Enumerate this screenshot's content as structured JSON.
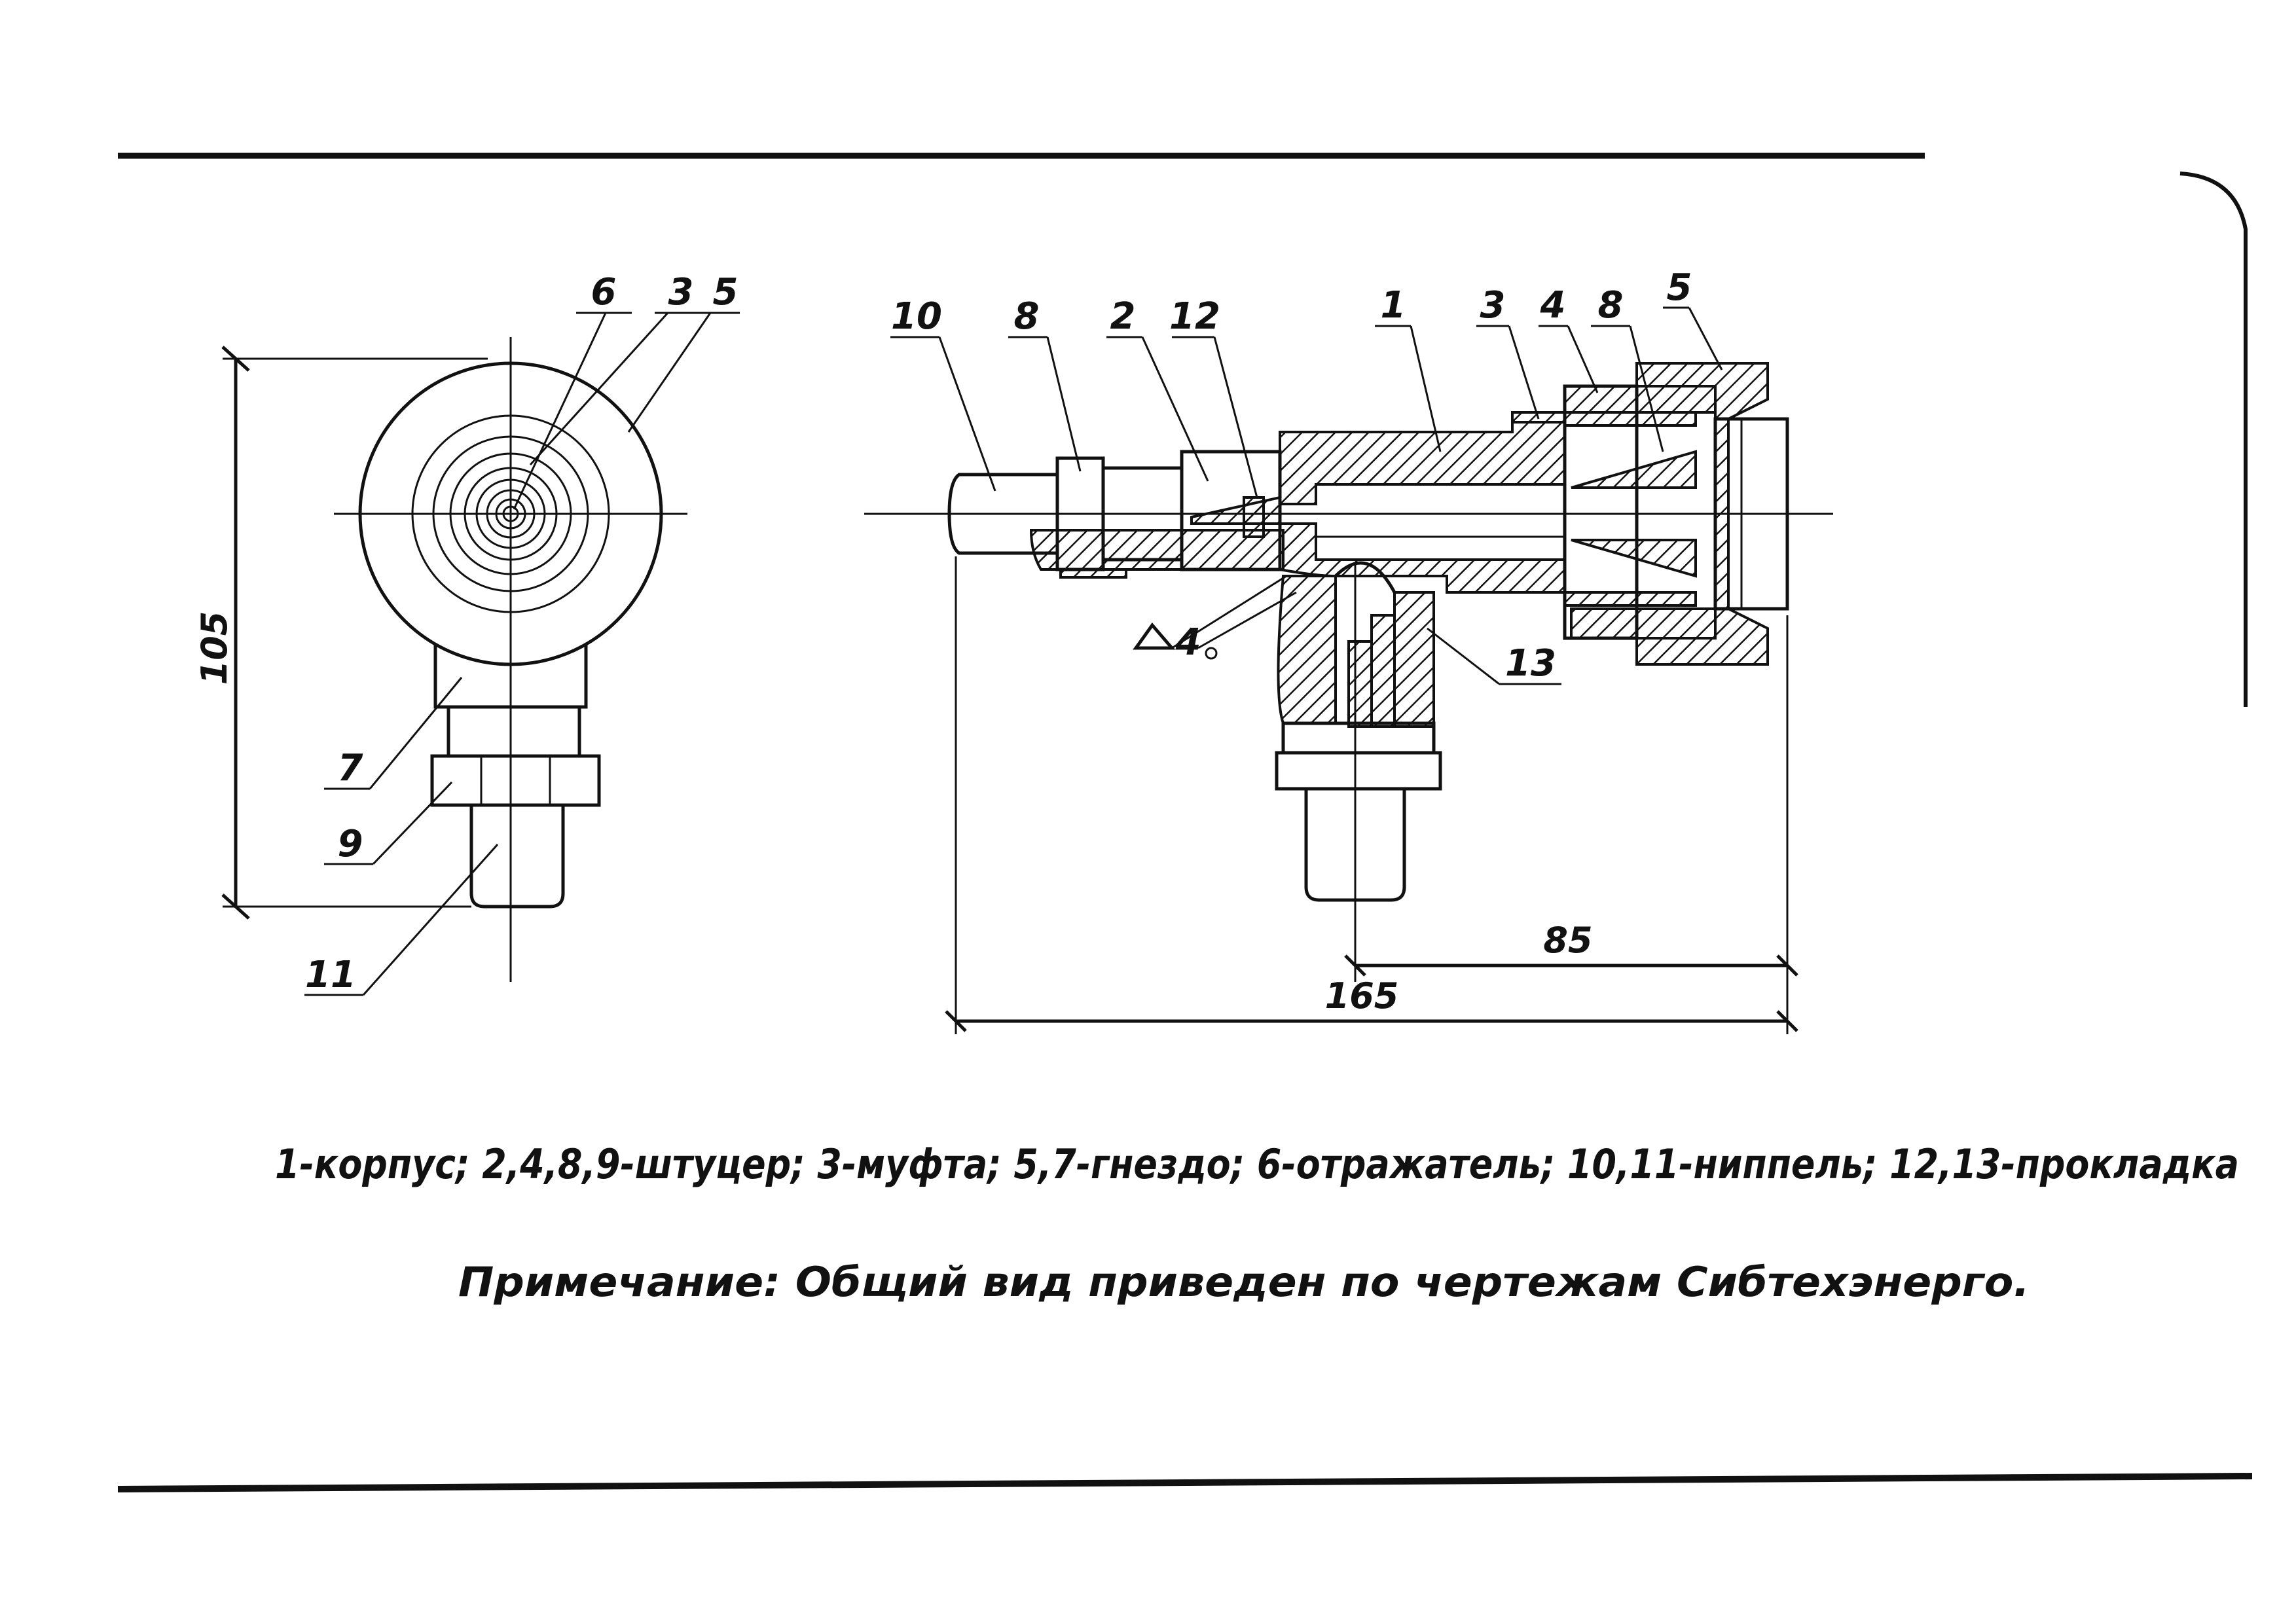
{
  "side_view": {
    "callouts": [
      "6",
      "3",
      "5",
      "7",
      "9",
      "11"
    ],
    "dimension_height": "105"
  },
  "section_view": {
    "callouts": [
      "10",
      "8",
      "2",
      "12",
      "1",
      "3",
      "4",
      "8",
      "5",
      "13"
    ],
    "weld_symbol": "4",
    "dimension_85": "85",
    "dimension_165": "165"
  },
  "legend_text": "1-корпус; 2,4,8,9-штуцер; 3-муфта; 5,7-гнездо; 6-отражатель; 10,11-ниппель; 12,13-прокладка",
  "note_text": "Примечание: Общий вид приведен по чертежам Сибтехэнерго."
}
